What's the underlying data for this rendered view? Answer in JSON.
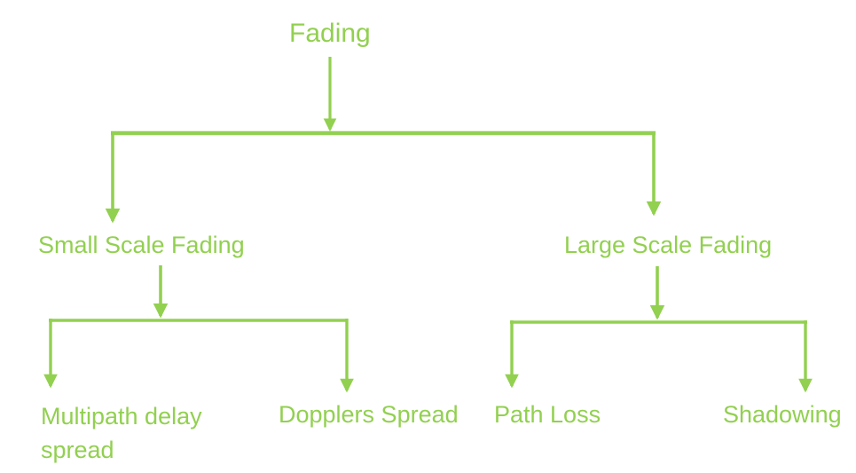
{
  "colors": {
    "accent_green": "#92D050",
    "background": "#FFFFFF"
  },
  "diagram": {
    "type": "tree",
    "root": {
      "label": "Fading"
    },
    "level2": [
      {
        "label": "Small Scale Fading"
      },
      {
        "label": "Large Scale Fading"
      }
    ],
    "leaves": [
      {
        "label": "Multipath delay spread",
        "parent": "Small Scale Fading"
      },
      {
        "label": "Dopplers Spread",
        "parent": "Small Scale Fading"
      },
      {
        "label": "Path Loss",
        "parent": "Large Scale Fading"
      },
      {
        "label": "Shadowing",
        "parent": "Large Scale Fading"
      }
    ]
  }
}
